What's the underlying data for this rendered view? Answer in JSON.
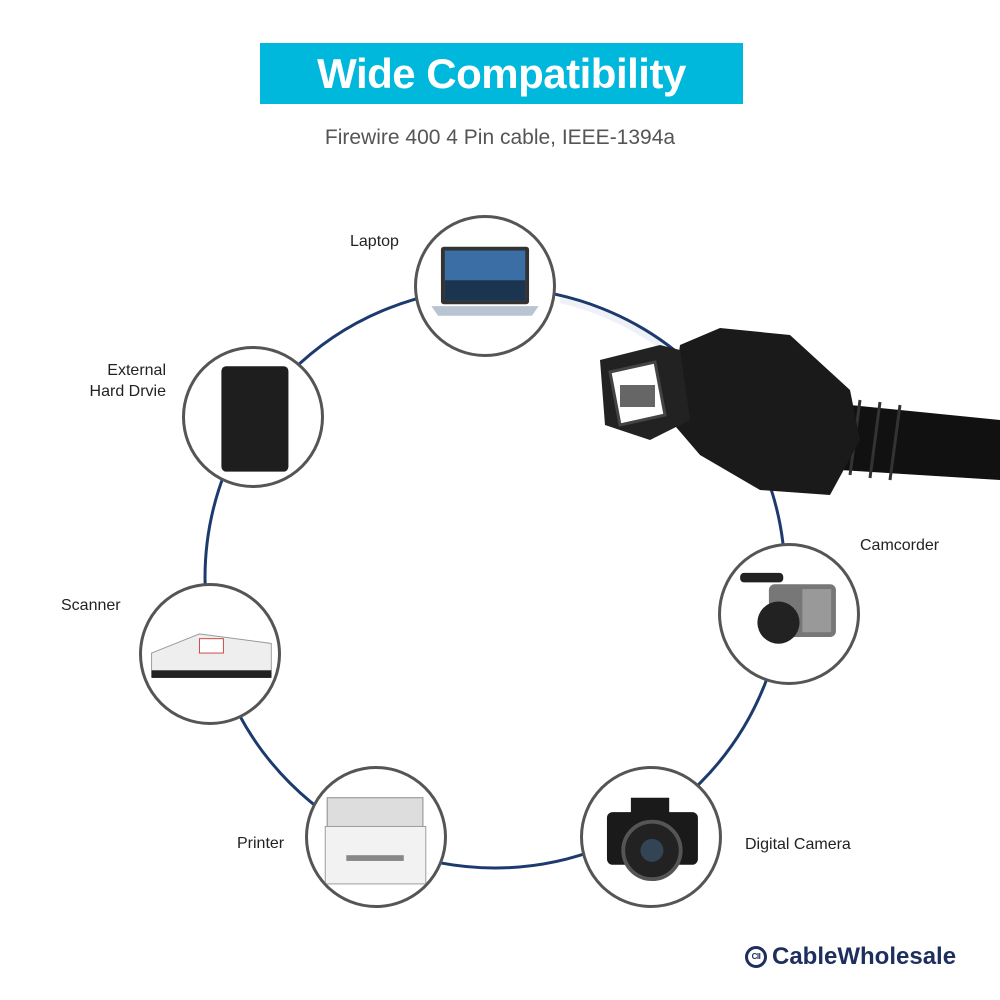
{
  "header": {
    "title": "Wide Compatibility",
    "subtitle": "Firewire 400 4 Pin cable, IEEE-1394a"
  },
  "devices": [
    {
      "label": "Laptop"
    },
    {
      "label": "External",
      "label2": "Hard Drvie"
    },
    {
      "label": "Scanner"
    },
    {
      "label": "Printer"
    },
    {
      "label": "Digital Camera"
    },
    {
      "label": "Camcorder"
    }
  ],
  "brand": {
    "name": "CableWholesale",
    "mark": "CII"
  },
  "colors": {
    "banner": "#00b8dc",
    "ring": "#1d3a6e",
    "logo": "#1d2f5e"
  }
}
